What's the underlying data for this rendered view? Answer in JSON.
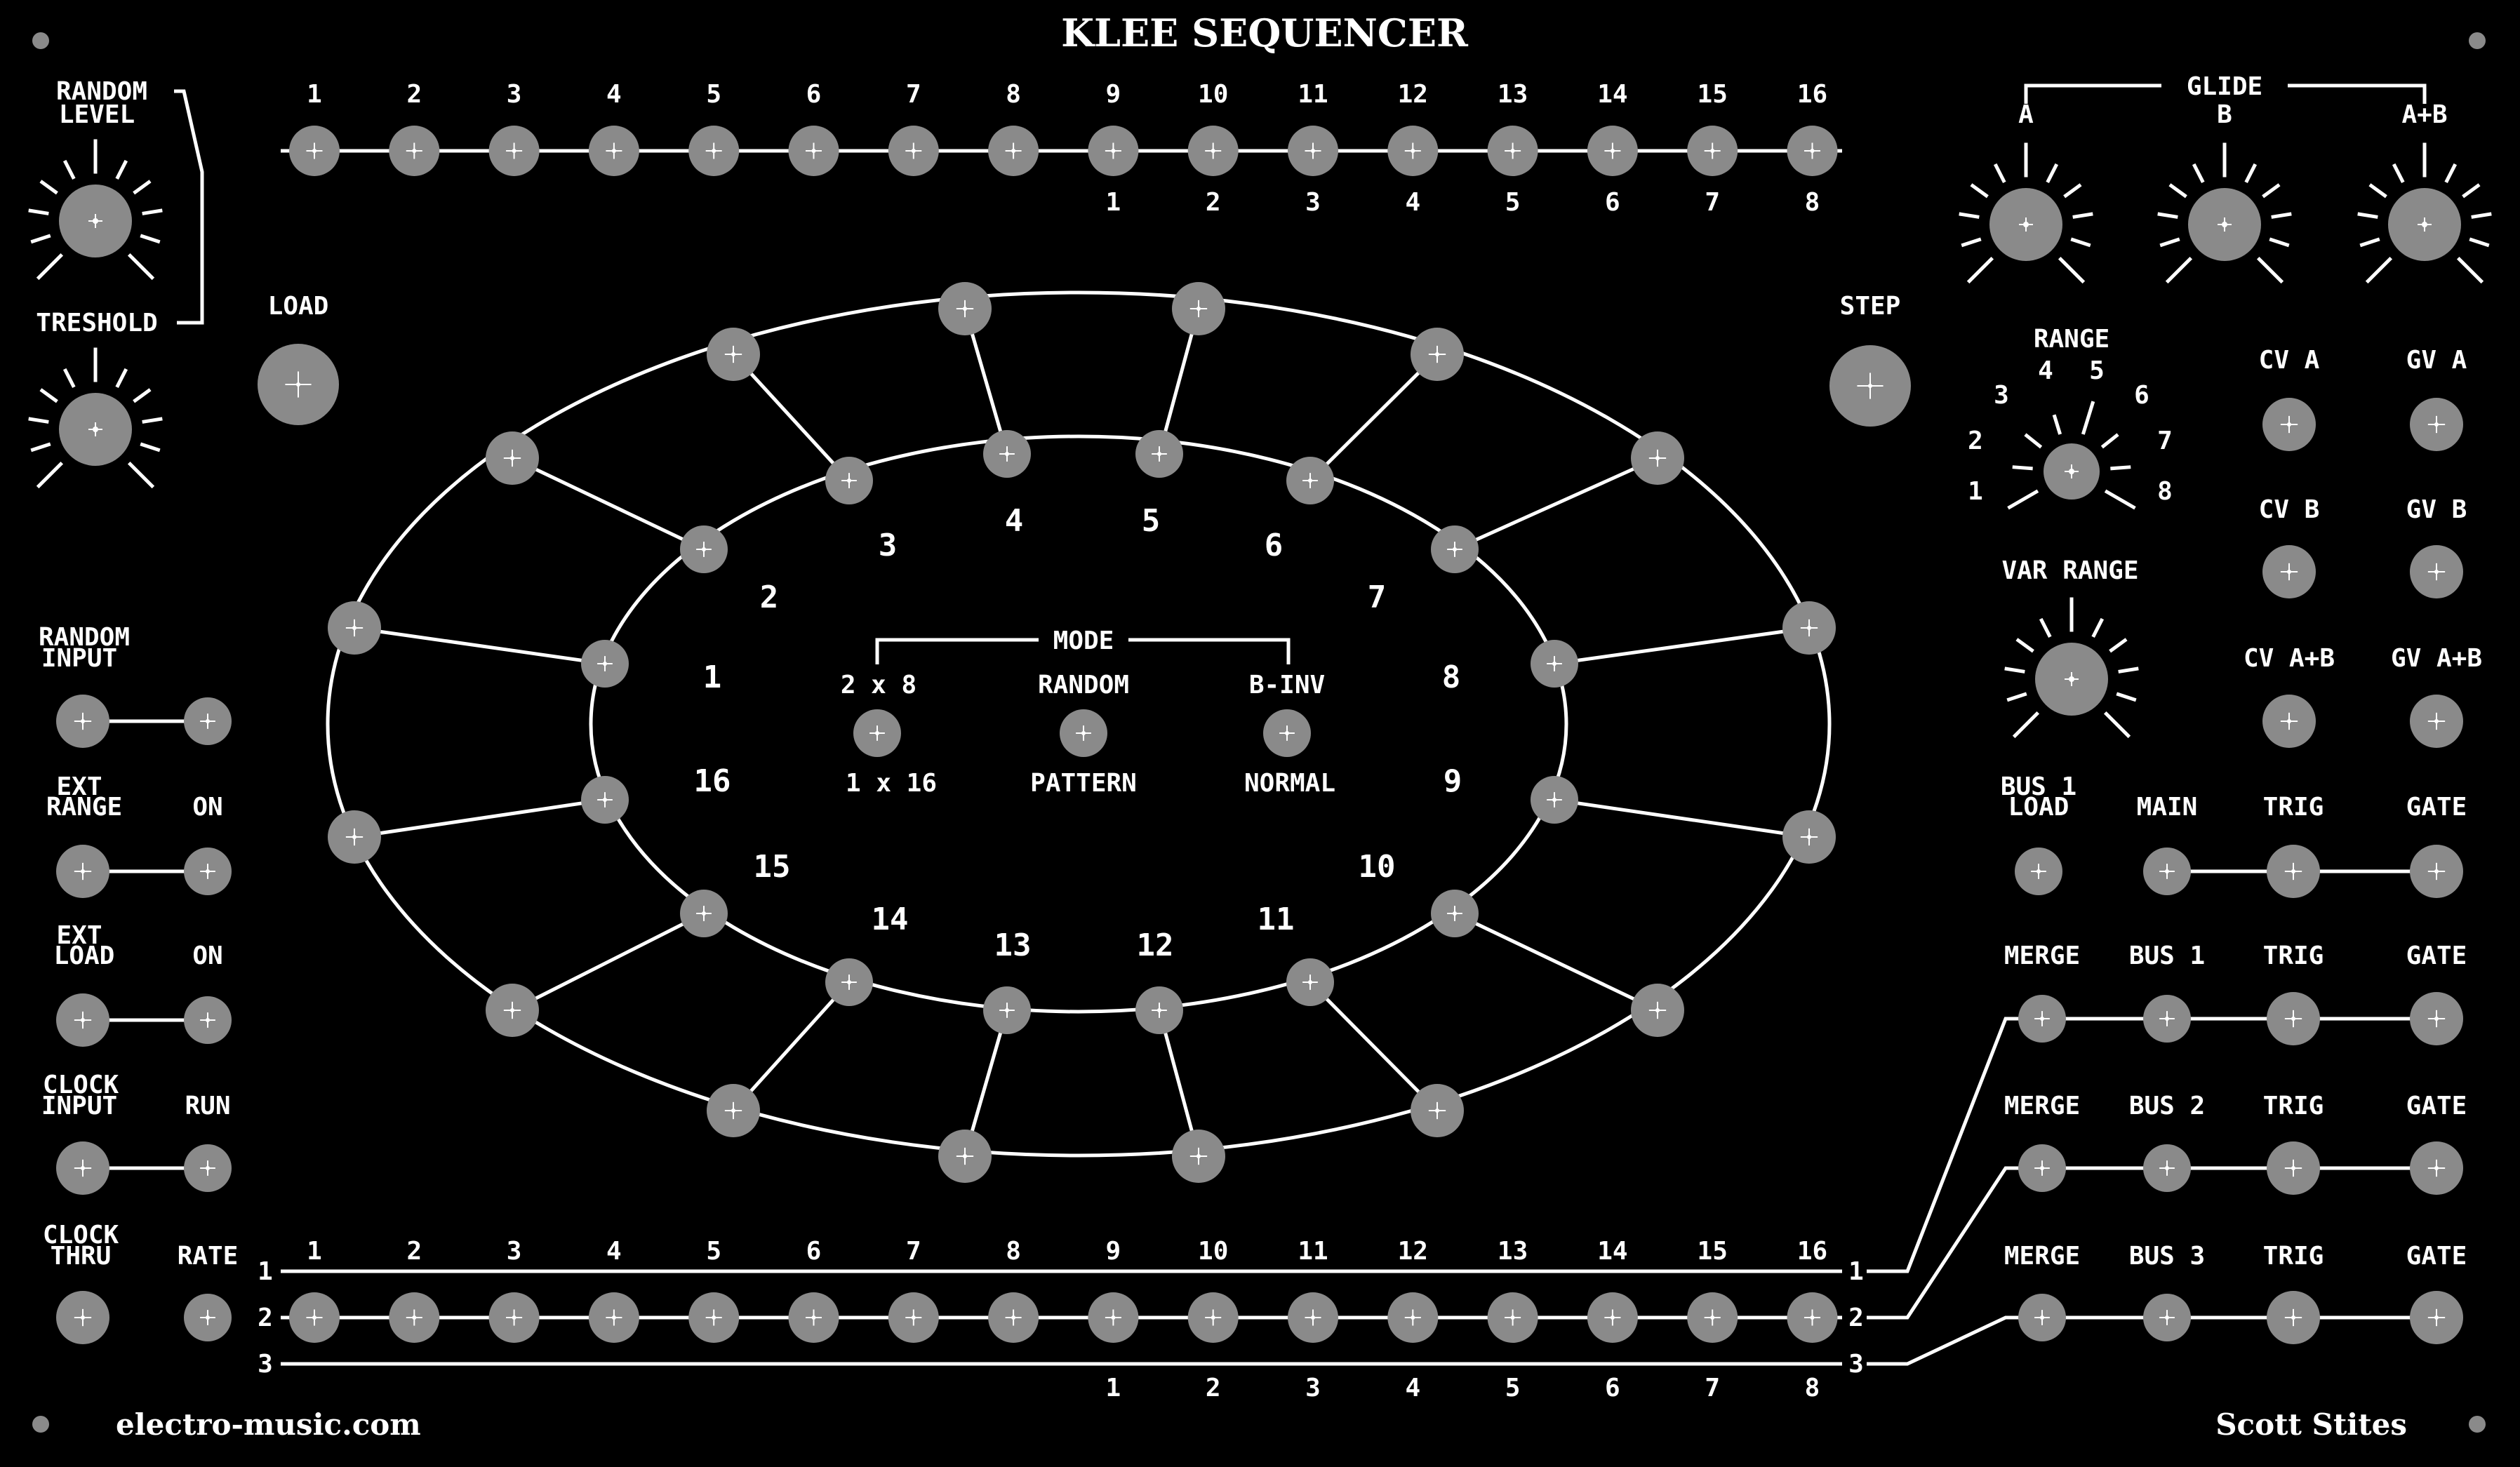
{
  "panel": {
    "title": "KLEE SEQUENCER",
    "footer_left": "electro-music.com",
    "footer_right": "Scott Stites",
    "colors": {
      "background": "#000000",
      "line": "#ffffff",
      "jack": "#8a8a8a"
    }
  },
  "left": {
    "random_level": "RANDOM",
    "random_level2": "LEVEL",
    "treshold": "TRESHOLD",
    "load": "LOAD",
    "random_input": "RANDOM",
    "random_input2": "INPUT",
    "ext_range": "EXT",
    "ext_range2": "RANGE",
    "on1": "ON",
    "ext_load": "EXT",
    "ext_load2": "LOAD",
    "on2": "ON",
    "clock_input": "CLOCK",
    "clock_input2": "INPUT",
    "run": "RUN",
    "clock_thru": "CLOCK",
    "clock_thru2": "THRU",
    "rate": "RATE"
  },
  "top_row": {
    "numbers": [
      "1",
      "2",
      "3",
      "4",
      "5",
      "6",
      "7",
      "8",
      "9",
      "10",
      "11",
      "12",
      "13",
      "14",
      "15",
      "16"
    ],
    "sub_numbers": [
      "1",
      "2",
      "3",
      "4",
      "5",
      "6",
      "7",
      "8"
    ]
  },
  "bottom_row": {
    "numbers": [
      "1",
      "2",
      "3",
      "4",
      "5",
      "6",
      "7",
      "8",
      "9",
      "10",
      "11",
      "12",
      "13",
      "14",
      "15",
      "16"
    ],
    "sub_numbers": [
      "1",
      "2",
      "3",
      "4",
      "5",
      "6",
      "7",
      "8"
    ],
    "bus_left": [
      "1",
      "2",
      "3"
    ],
    "bus_right": [
      "1",
      "2",
      "3"
    ]
  },
  "ring": {
    "step_labels": [
      "1",
      "2",
      "3",
      "4",
      "5",
      "6",
      "7",
      "8",
      "9",
      "10",
      "11",
      "12",
      "13",
      "14",
      "15",
      "16"
    ],
    "mode": "MODE",
    "mode_2x8": "2 x 8",
    "mode_1x16": "1 x 16",
    "random": "RANDOM",
    "pattern": "PATTERN",
    "binv": "B-INV",
    "normal": "NORMAL"
  },
  "right": {
    "step": "STEP",
    "glide": "GLIDE",
    "glide_a": "A",
    "glide_b": "B",
    "glide_ab": "A+B",
    "range": "RANGE",
    "range_positions": [
      "1",
      "2",
      "3",
      "4",
      "5",
      "6",
      "7",
      "8"
    ],
    "var_range": "VAR RANGE",
    "cv_a": "CV A",
    "gv_a": "GV A",
    "cv_b": "CV B",
    "gv_b": "GV B",
    "cv_ab": "CV A+B",
    "gv_ab": "GV A+B",
    "bus1_load": "BUS 1",
    "bus1_load2": "LOAD",
    "main": "MAIN",
    "trig": "TRIG",
    "gate": "GATE",
    "merge1": "MERGE",
    "bus1": "BUS 1",
    "trig1": "TRIG",
    "gate1": "GATE",
    "merge2": "MERGE",
    "bus2": "BUS 2",
    "trig2": "TRIG",
    "gate2": "GATE",
    "merge3": "MERGE",
    "bus3": "BUS 3",
    "trig3": "TRIG",
    "gate3": "GATE"
  }
}
